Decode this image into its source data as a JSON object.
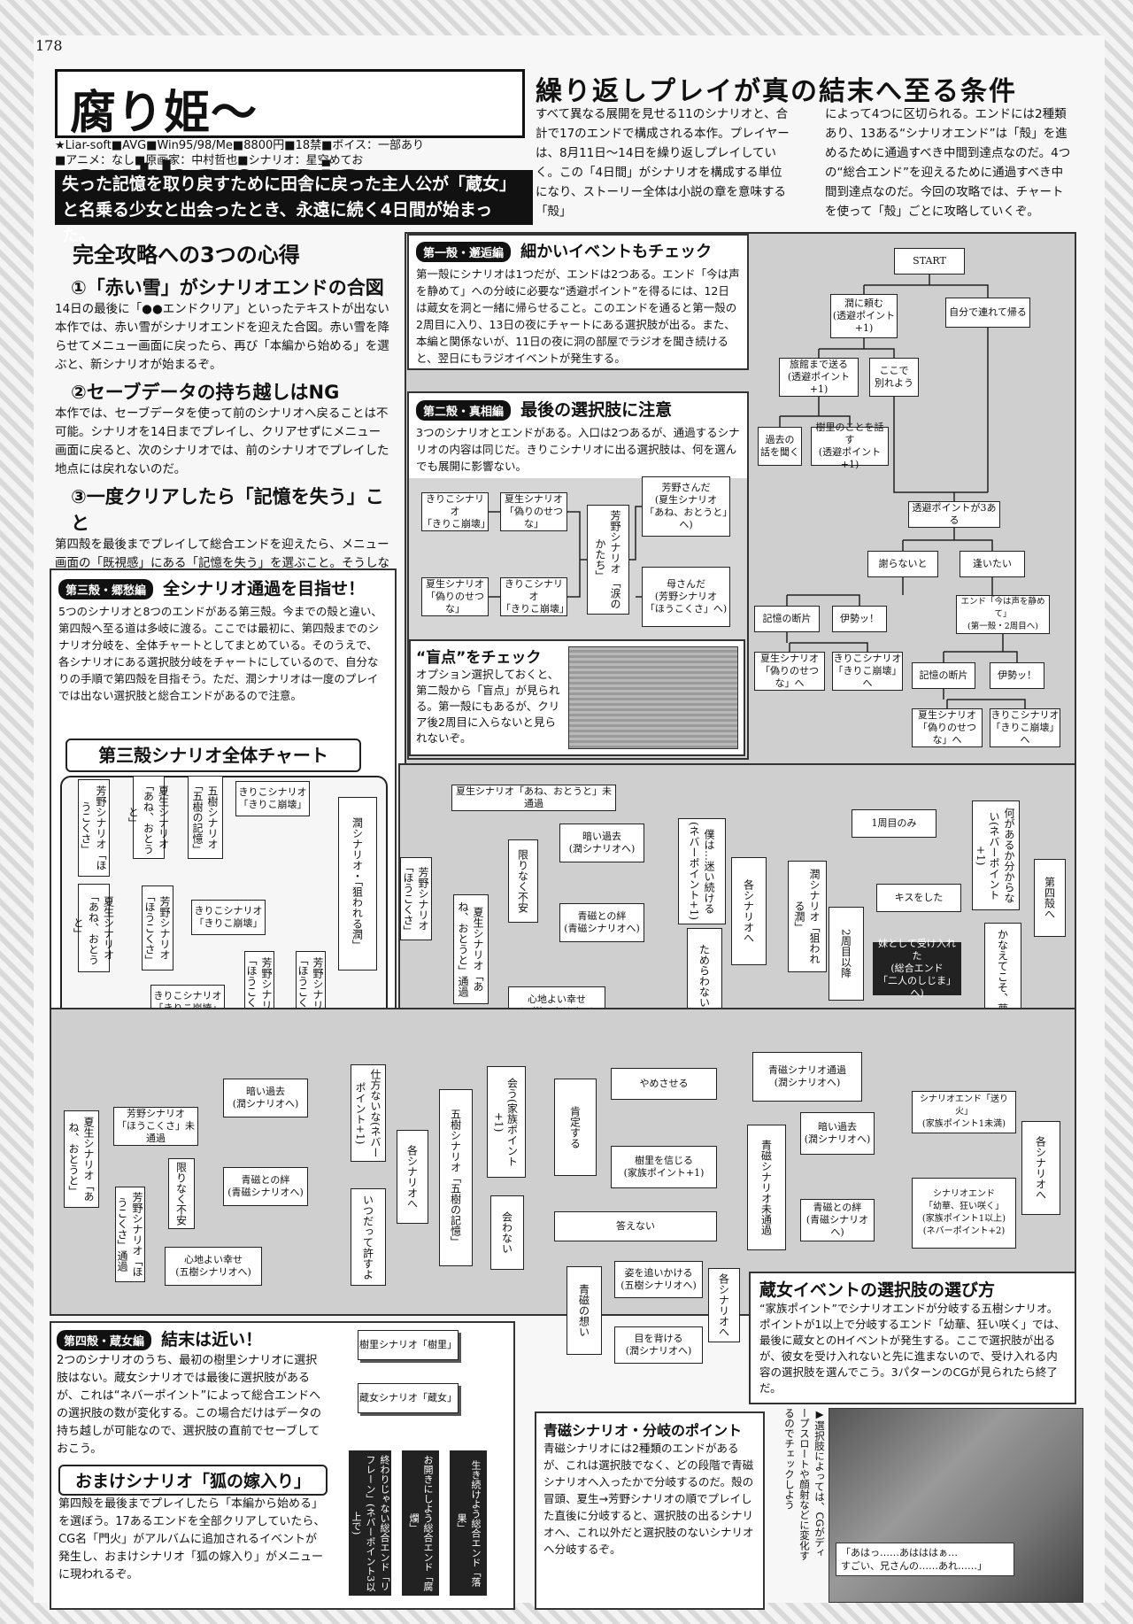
{
  "page_number": "178",
  "title": "腐り姫〜euthanasia〜",
  "meta_line1": "★Liar-soft■AVG■Win95/98/Me■8800円■18禁■ボイス：一部あり",
  "meta_line2": "■アニメ：なし■原画家：中村哲也■シナリオ：星空めてお",
  "lead": "失った記憶を取り戻すために田舎に戻った主人公が「蔵女」と名乗る少女と出会ったとき、永遠に続く4日間が始まった。",
  "intro": {
    "heading": "繰り返しプレイが真の結末へ至る条件",
    "col1": "すべて異なる展開を見せる11のシナリオと、合計で17のエンドで構成される本作。プレイヤーは、8月11日〜14日を繰り返しプレイしていく。この「4日間」がシナリオを構成する単位になり、ストーリー全体は小説の章を意味する「殻」",
    "col2": "によって4つに区切られる。エンドには2種類あり、13ある“シナリオエンド”は「殻」を進めるために通過すべき中間到達点なのだ。4つの“総合エンド”を迎えるために通過すべき中間到達点なのだ。今回の攻略では、チャートを使って「殻」ごとに攻略していくぞ。"
  },
  "tips": {
    "heading": "完全攻略への3つの心得",
    "items": [
      {
        "title": "①「赤い雪」がシナリオエンドの合図",
        "body": "14日の最後に「●●エンドクリア」といったテキストが出ない本作では、赤い雪がシナリオエンドを迎えた合図。赤い雪を降らせてメニュー画面に戻ったら、再び「本編から始める」を選ぶと、新シナリオが始まるぞ。"
      },
      {
        "title": "②セーブデータの持ち越しはNG",
        "body": "本作では、セーブデータを使って前のシナリオへ戻ることは不可能。シナリオを14日までプレイし、クリアせずにメニュー画面に戻ると、次のシナリオでは、前のシナリオでプレイした地点には戻れないのだ。"
      },
      {
        "title": "③一度クリアしたら「記憶を失う」こと",
        "body": "第四殻を最後までプレイして総合エンドを迎えたら、メニュー画面の「既視感」にある「記憶を失う」を選ぶこと。そうしないと、いくら「本編から始める」を選んでも、2周目を第一殻からプレイすることが出来ない。"
      }
    ]
  },
  "shell1": {
    "tag": "第一殻・邂逅編",
    "heading": "細かいイベントもチェック",
    "body": "第一殻にシナリオは1つだが、エンドは2つある。エンド「今は声を静めて」への分岐に必要な“透避ポイント”を得るには、12日は蔵女を洞と一緒に帰らせること。このエンドを通ると第一殻の2周目に入り、13日の夜にチャートにある選択肢が出る。また、本編と関係ないが、11日の夜に洞の部屋でラジオを聞き続けると、翌日にもラジオイベントが発生する。"
  },
  "shell2": {
    "tag": "第二殻・真相編",
    "heading": "最後の選択肢に注意",
    "body": "3つのシナリオとエンドがある。入口は2つあるが、通過するシナリオの内容は同じだ。きりこシナリオに出る選択肢は、何を選んでも展開に影響ない。"
  },
  "blind": {
    "heading": "“盲点”をチェック",
    "body": "オプション選択しておくと、第二殻から「盲点」が見られる。第一殻にもあるが、クリア後2周目に入らないと見られないぞ。"
  },
  "shell3": {
    "tag": "第三殻・郷愁編",
    "heading": "全シナリオ通過を目指せ！",
    "body": "5つのシナリオと8つのエンドがある第三殻。今までの殻と違い、第四殻へ至る道は多岐に渡る。ここでは最初に、第四殻までのシナリオ分岐を、全体チャートとしてまとめている。そのうえで、各シナリオにある選択肢分岐をチャートにしているので、自分なりの手順で第四殻を目指そう。ただ、潤シナリオは一度のプレイでは出ない選択肢と総合エンドがあるので注意。",
    "chart_title": "第三殻シナリオ全体チャート"
  },
  "shell4": {
    "tag": "第四殻・蔵女編",
    "heading": "結末は近い！",
    "body": "2つのシナリオのうち、最初の樹里シナリオに選択肢はない。蔵女シナリオでは最後に選択肢があるが、これは“ネバーポイント”によって総合エンドへの選択肢の数が変化する。この場合だけはデータの持ち越しが可能なので、選択肢の直前でセーブしておこう。"
  },
  "bonus": {
    "heading": "おまけシナリオ「狐の嫁入り」",
    "body": "第四殻を最後までプレイしたら「本編から始める」を選ぼう。17あるエンドを全部クリアしていたら、CG名「門火」がアルバムに追加されるイベントが発生し、おまけシナリオ「狐の嫁入り」がメニューに現われるぞ。"
  },
  "aoi": {
    "heading": "青磁シナリオ・分岐のポイント",
    "body": "青磁シナリオには2種類のエンドがあるが、これは選択肢でなく、どの段階で青磁シナリオへ入ったかで分岐するのだ。殻の冒頭、夏生→芳野シナリオの順でプレイした直後に分岐すると、選択肢の出るシナリオへ、これ以外だと選択肢のないシナリオへ分岐するぞ。"
  },
  "kuraonna": {
    "heading": "蔵女イベントの選択肢の選び方",
    "body": "“家族ポイント”でシナリオエンドが分岐する五樹シナリオ。ポイントが1以上で分岐するエンド「幼華、狂い咲く」では、最後に蔵女とのHイベントが発生する。ここで選択肢が出るが、彼女を受け入れないと先に進まないので、受け入れる内容の選択肢を選んでこう。3パターンのCGが見られたら終了だ。"
  },
  "caption": {
    "side": "▶選択肢によっては、CGがディープスロートや顔射などに変化するのでチェックしよう",
    "quote": "「あはっ……あはははぁ…\nすごい、兄さんの……あれ……」"
  },
  "chart1": {
    "start": "START",
    "n1": "潤に頼む\n(透避ポイント+1)",
    "n2": "自分で連れて帰る",
    "n3": "旅館まで送る\n(透避ポイント+1)",
    "n4": "ここで\n別れよう",
    "n5": "過去の\n話を聞く",
    "n6": "樹里のことを話す\n(透避ポイント+1)",
    "n7": "透避ポイントが3ある",
    "n8": "謝らないと",
    "n9": "逢いたい",
    "n10": "記憶の断片",
    "n11": "伊勢ッ！",
    "n12": "エンド「今は声を静めて」\n(第一殻・2周目へ)",
    "n13": "夏生シナリオ\n「偽りのせつな」へ",
    "n14": "きりこシナリオ\n「きりこ崩壊」へ",
    "n15": "記憶の断片",
    "n16": "伊勢ッ！",
    "n17": "夏生シナリオ\n「偽りのせつな」へ",
    "n18": "きりこシナリオ\n「きりこ崩壊」へ"
  },
  "chart2": {
    "a1": "きりこシナリオ\n「きりこ崩壊」",
    "a2": "夏生シナリオ\n「偽りのせつな」",
    "a3": "芳野シナリオ\n「涙のかたち」",
    "a4": "芳野さんだ\n(夏生シナリオ\n「あね、おとうと」へ)",
    "a5": "夏生シナリオ\n「偽りのせつな」",
    "a6": "きりこシナリオ\n「きりこ崩壊」",
    "a7": "母さんだ\n(芳野シナリオ\n「ほうこくさ」へ)"
  },
  "chart3": {
    "c1": "芳野シナリオ「ほうこくさ」",
    "c2": "夏生シナリオ「あね、おとうと」",
    "c3": "五樹シナリオ「五樹の記憶」",
    "c4": "きりこシナリオ\n「きりこ崩壊」",
    "c5": "潤シナリオ・「狙われる潤」",
    "c6": "夏生シナリオ「あね、おとうと」",
    "c7": "芳野シナリオ「ほうこくさ」",
    "c8": "きりこシナリオ\n「きりこ崩壊」",
    "c9": "芳野シナリオ「ほうこくさ」",
    "c10": "芳野シナリオ「ほうこくさ」",
    "c11": "きりこシナリオ\n「きりこ崩壊」"
  },
  "chart4": {
    "d1": "夏生シナリオ「あね、おとうと」未通過",
    "d2": "芳野シナリオ「ほうこくさ」",
    "d3": "夏生シナリオ「あね、おとうと」通過",
    "d4": "限りなく不安",
    "d5": "暗い過去\n(潤シナリオへ)",
    "d6": "青磁との絆\n(青磁シナリオへ)",
    "d7": "心地よい幸せ\n(五樹シナリオへ)",
    "d8": "僕は…迷い続ける(ネバーポイント+1)",
    "d9": "ためらわない",
    "d10": "各シナリオへ",
    "e1": "潤シナリオ「狙われる潤」",
    "e2": "1周目のみ",
    "e3": "2周目以降",
    "e4": "キスをした",
    "e5": "妹として受け入れた\n(総合エンド\n「二人のしじま」へ)",
    "e6": "何があるか分からない(ネバーポイント+1)",
    "e7": "かなえてこそ、夢",
    "e8": "第四殻へ"
  },
  "chart5": {
    "f1": "夏生シナリオ「あね、おとうと」",
    "f2": "芳野シナリオ\n「ほうこくさ」未通過",
    "f3": "芳野シナリオ「ほうこくさ」通過",
    "f4": "限りなく不安",
    "f5": "暗い過去\n(潤シナリオへ)",
    "f6": "青磁との絆\n(青磁シナリオへ)",
    "f7": "心地よい幸せ\n(五樹シナリオへ)",
    "f8": "仕方ないな(ネバーポイント+1)",
    "f9": "いつだって許すよ",
    "f10": "各シナリオへ",
    "g1": "五樹シナリオ「五樹の記憶」",
    "g2": "会う(家族ポイント+1)",
    "g3": "会わない",
    "g4": "肯定する",
    "g5": "やめさせる",
    "g6": "樹里を信じる\n(家族ポイント+1)",
    "g7": "答えない",
    "g8": "青磁シナリオ通過\n(潤シナリオへ)",
    "g9": "青磁シナリオ未通過",
    "g10": "暗い過去\n(潤シナリオへ)",
    "g11": "青磁との絆\n(青磁シナリオへ)",
    "g12": "シナリオエンド「送り火」\n(家族ポイント1未満)",
    "g13": "シナリオエンド\n「幼華、狂い咲く」\n(家族ポイント1以上)\n(ネバーポイント+2)",
    "g14": "各シナリオへ"
  },
  "chart6": {
    "h1": "青磁の想い",
    "h2": "姿を追いかける\n(五樹シナリオへ)",
    "h3": "目を背ける\n(潤シナリオへ)",
    "h4": "各シナリオへ"
  },
  "chart7": {
    "i1": "樹里シナリオ「樹里」",
    "i2": "蔵女シナリオ「蔵女」",
    "i3": "終わりじゃない総合エンド「リフレーン」(ネバーポイント3以上で)",
    "i4": "お開きにしよう総合エンド「腐爛」",
    "i5": "生き続けよう総合エンド「落果」"
  }
}
